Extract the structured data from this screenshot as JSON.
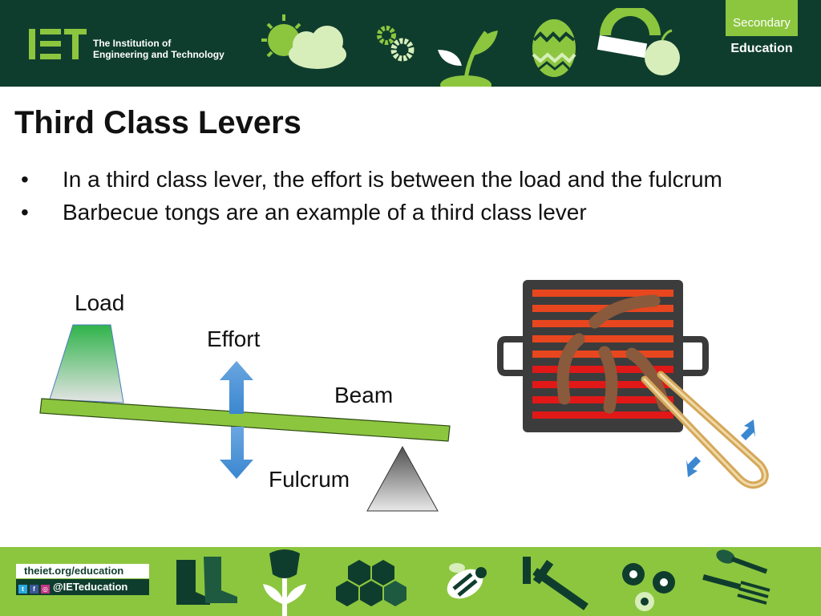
{
  "header": {
    "org_line1": "The Institution of",
    "org_line2": "Engineering and Technology",
    "badge_top": "Secondary",
    "badge_bottom": "Education",
    "brand_color": "#0f3d2d",
    "accent_color": "#8cc63f",
    "icons": [
      "sun-cloud-icon",
      "gears-icon",
      "plant-icon",
      "easter-egg-icon",
      "protractor-apple-icon"
    ]
  },
  "slide": {
    "title": "Third Class Levers",
    "bullets": [
      "In a third class lever, the effort is between the load and the fulcrum",
      "Barbecue tongs are an example of a third class lever"
    ],
    "bullet_symbol": "•"
  },
  "diagram": {
    "load_label": "Load",
    "effort_label": "Effort",
    "beam_label": "Beam",
    "fulcrum_label": "Fulcrum"
  },
  "footer": {
    "website": "theiet.org/education",
    "social_handle": "@IETeducation",
    "social_icons": [
      "twitter-icon",
      "facebook-icon",
      "instagram-icon"
    ],
    "icons": [
      "wellington-boots-icon",
      "tulip-icon",
      "honeycomb-icon",
      "bee-icon",
      "caliper-icon",
      "flowers-icon",
      "garden-tools-icon"
    ]
  }
}
